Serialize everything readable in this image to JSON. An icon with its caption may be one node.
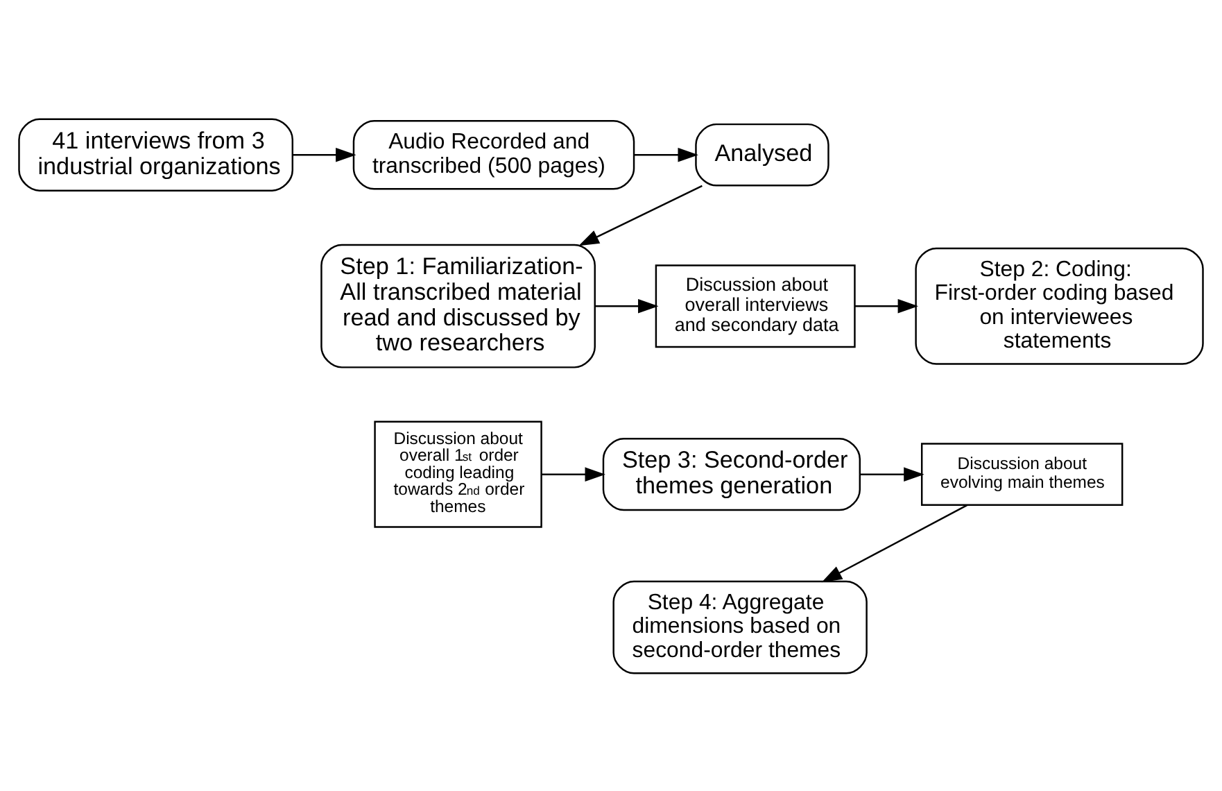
{
  "diagram": {
    "nodes": [
      {
        "text": [
          "41 interviews from 3 industrial organizations"
        ]
      },
      {
        "text": [
          "Audio Recorded and transcribed (500 pages)"
        ]
      },
      {
        "text": [
          "Analysed"
        ]
      },
      {
        "text": [
          "Step 1: Familiarization- All transcribed material read and discussed by two researchers"
        ]
      },
      {
        "text": [
          "Discussion about overall interviews and secondary data"
        ]
      },
      {
        "text": [
          "Step 2: Coding: First-order coding based on interviewees statements"
        ]
      },
      {
        "text": [
          "Discussion about overall 1$^{st}$ order coding leading towards 2$^{nd}$ order themes"
        ]
      },
      {
        "text": [
          "Step 3: Second-order themes generation"
        ]
      },
      {
        "text": [
          "Discussion about evolving main themes"
        ]
      },
      {
        "text": [
          "Step 4: Aggregate dimensions based on second-order themes"
        ]
      }
    ],
    "edges": [
      {
        "from": 0,
        "to": 1,
        "arrow": "to"
      },
      {
        "from": 1,
        "to": 2,
        "arrow": "to"
      },
      {
        "from": 2,
        "to": 3,
        "arrow": "to"
      },
      {
        "from": 3,
        "to": 4,
        "arrow": "to"
      },
      {
        "from": 4,
        "to": 5,
        "arrow": "to"
      },
      {
        "from": 6,
        "to": 7,
        "arrow": "to"
      },
      {
        "from": 7,
        "to": 8,
        "arrow": "to"
      },
      {
        "from": 8,
        "to": 9,
        "arrow": "to"
      }
    ]
  }
}
